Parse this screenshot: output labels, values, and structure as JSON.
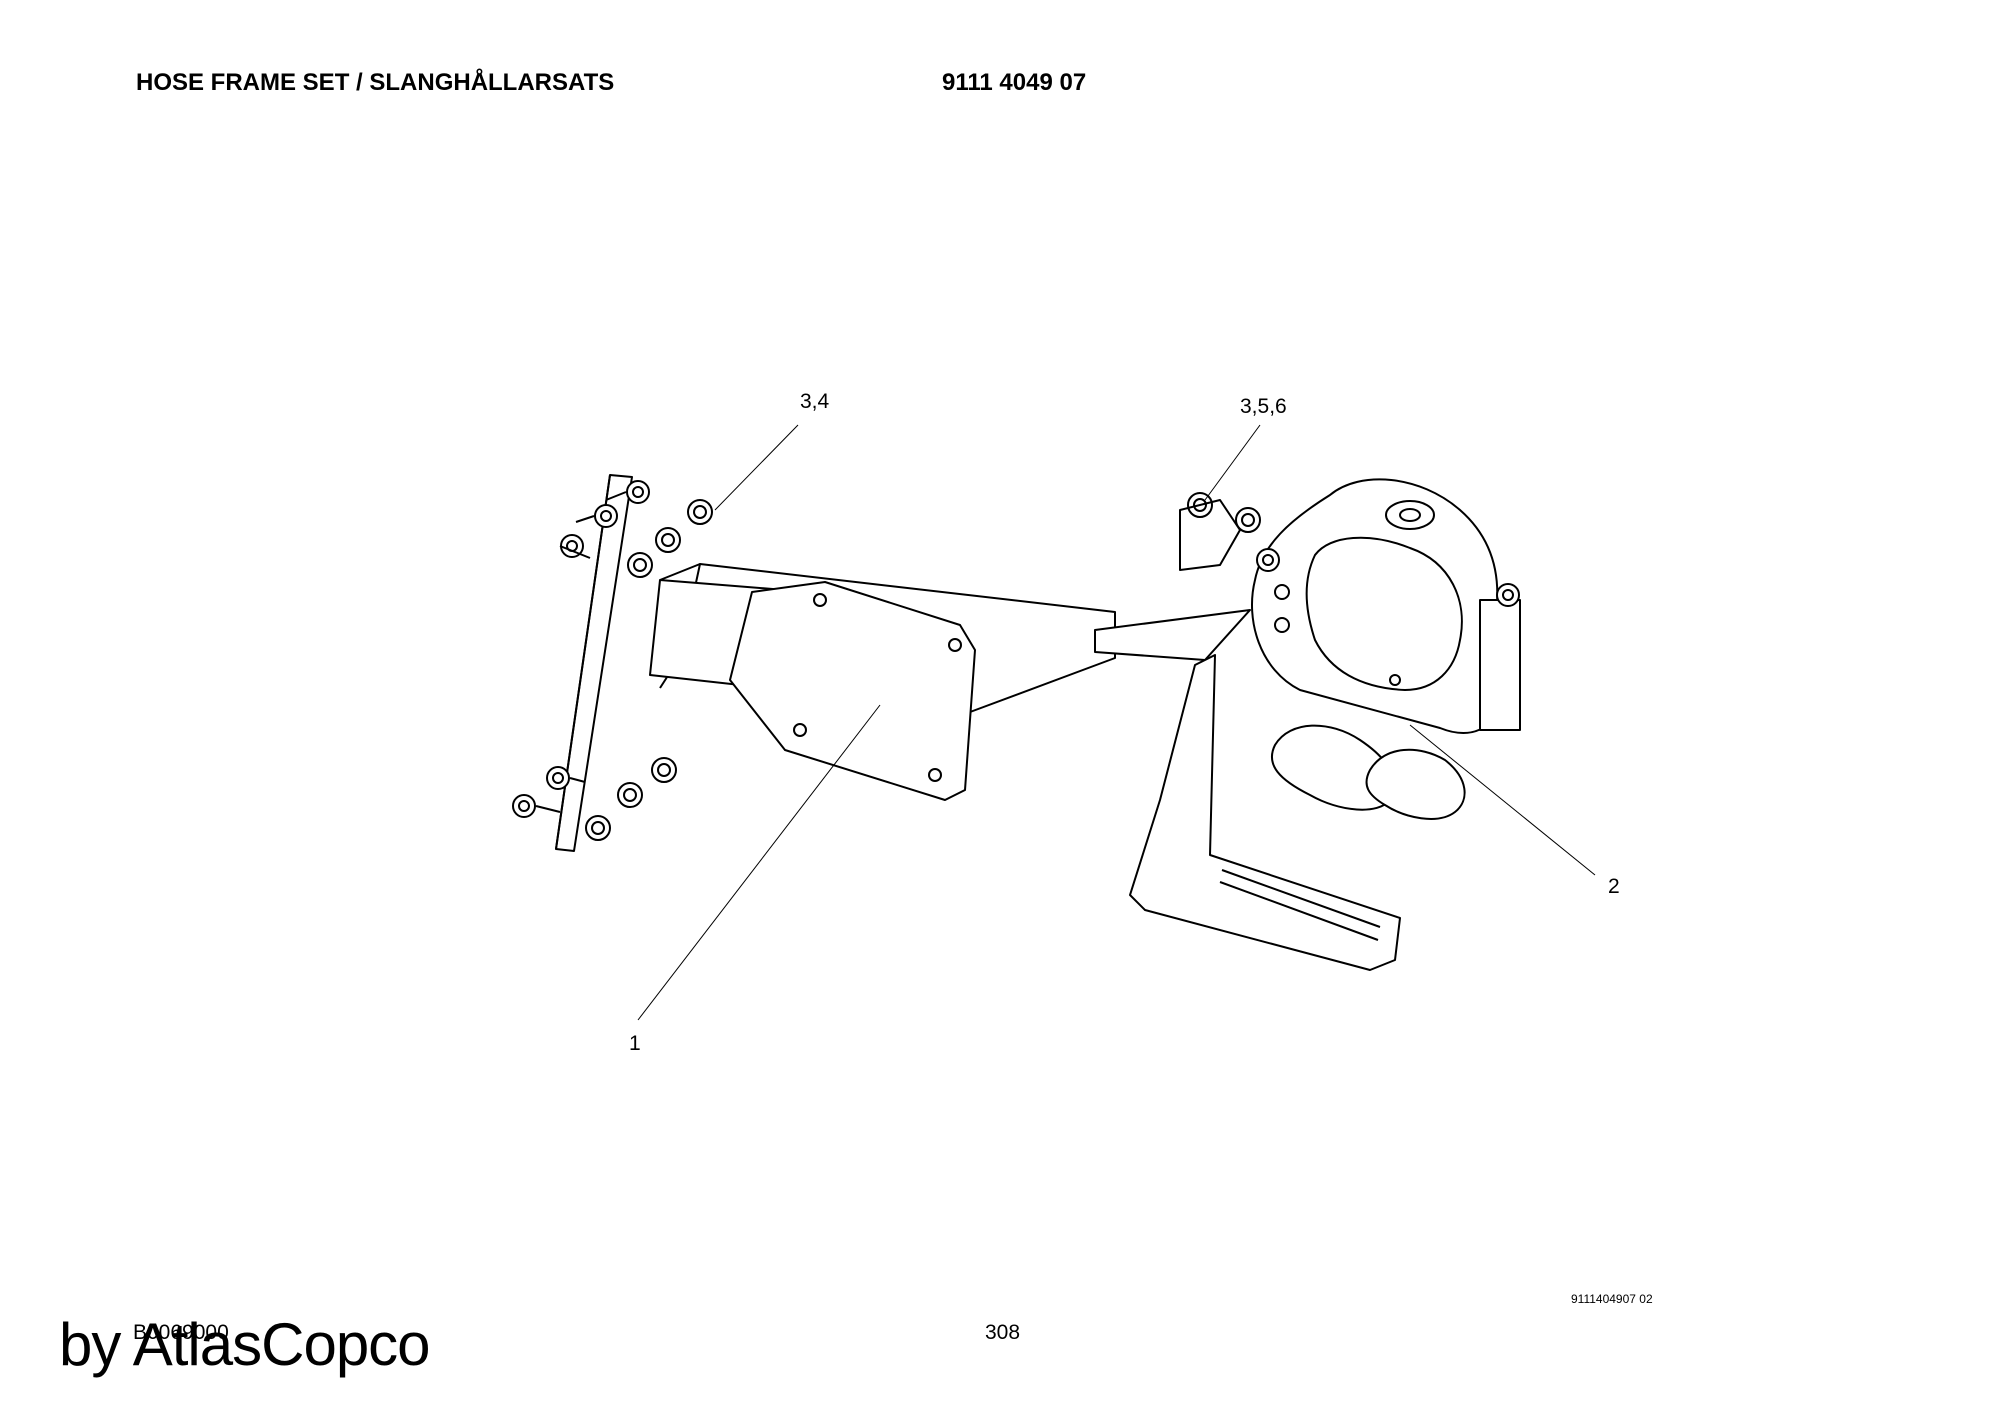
{
  "header": {
    "title": "HOSE FRAME SET / SLANGHÅLLARSATS",
    "part_number": "9111 4049 07"
  },
  "callouts": {
    "c1": "1",
    "c2": "2",
    "c34": "3,4",
    "c356": "3,5,6"
  },
  "footer": {
    "figure_code": "9111404907 02",
    "page_number": "308",
    "doc_code": "B0069000",
    "watermark": "by AtlasCopco"
  }
}
